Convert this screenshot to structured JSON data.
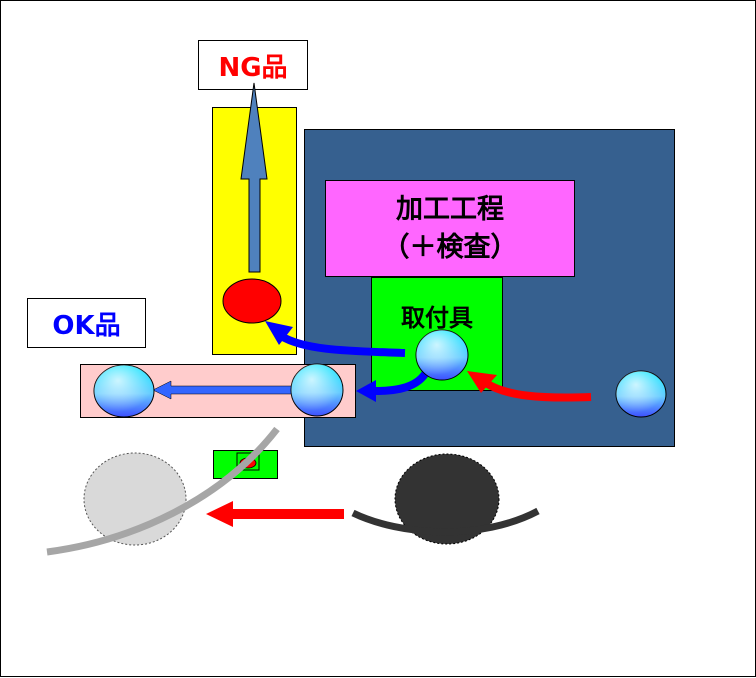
{
  "labels": {
    "ng": "NG品",
    "ok": "OK品",
    "process_line1": "加工工程",
    "process_line2": "（＋検査）",
    "fixture": "取付具"
  },
  "colors": {
    "ng_text": "#ff0000",
    "ok_text": "#0000ff",
    "reject_chute": "#ffff00",
    "machine_base": "#36608f",
    "process_box": "#ff66ff",
    "fixture": "#00ff00",
    "ok_conveyor": "#ffcccc",
    "feed_arrow": "#ff0000",
    "transfer_arrow": "#0000ff",
    "reject_arrow": "#4f81bd",
    "ng_part": "#ff0000",
    "operator_active": "#333333",
    "operator_ghost": "#d9d9d9"
  }
}
